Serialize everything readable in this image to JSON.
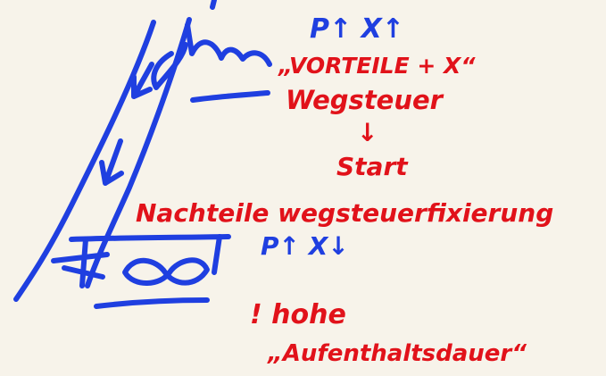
{
  "colors": {
    "background": "#f7f3ea",
    "blue_ink": "#1f3fe0",
    "red_ink": "#e1121a"
  },
  "notes": {
    "blue_top": "P↑ X↑",
    "blue_mid": "P↑ X↓",
    "red_lines": [
      "„VORTEILE + X“",
      "Wegsteuer",
      "↓",
      "Start",
      "Nachteile wegsteuerfixierung",
      "! hohe",
      "„Aufenthaltsdauer“"
    ]
  }
}
